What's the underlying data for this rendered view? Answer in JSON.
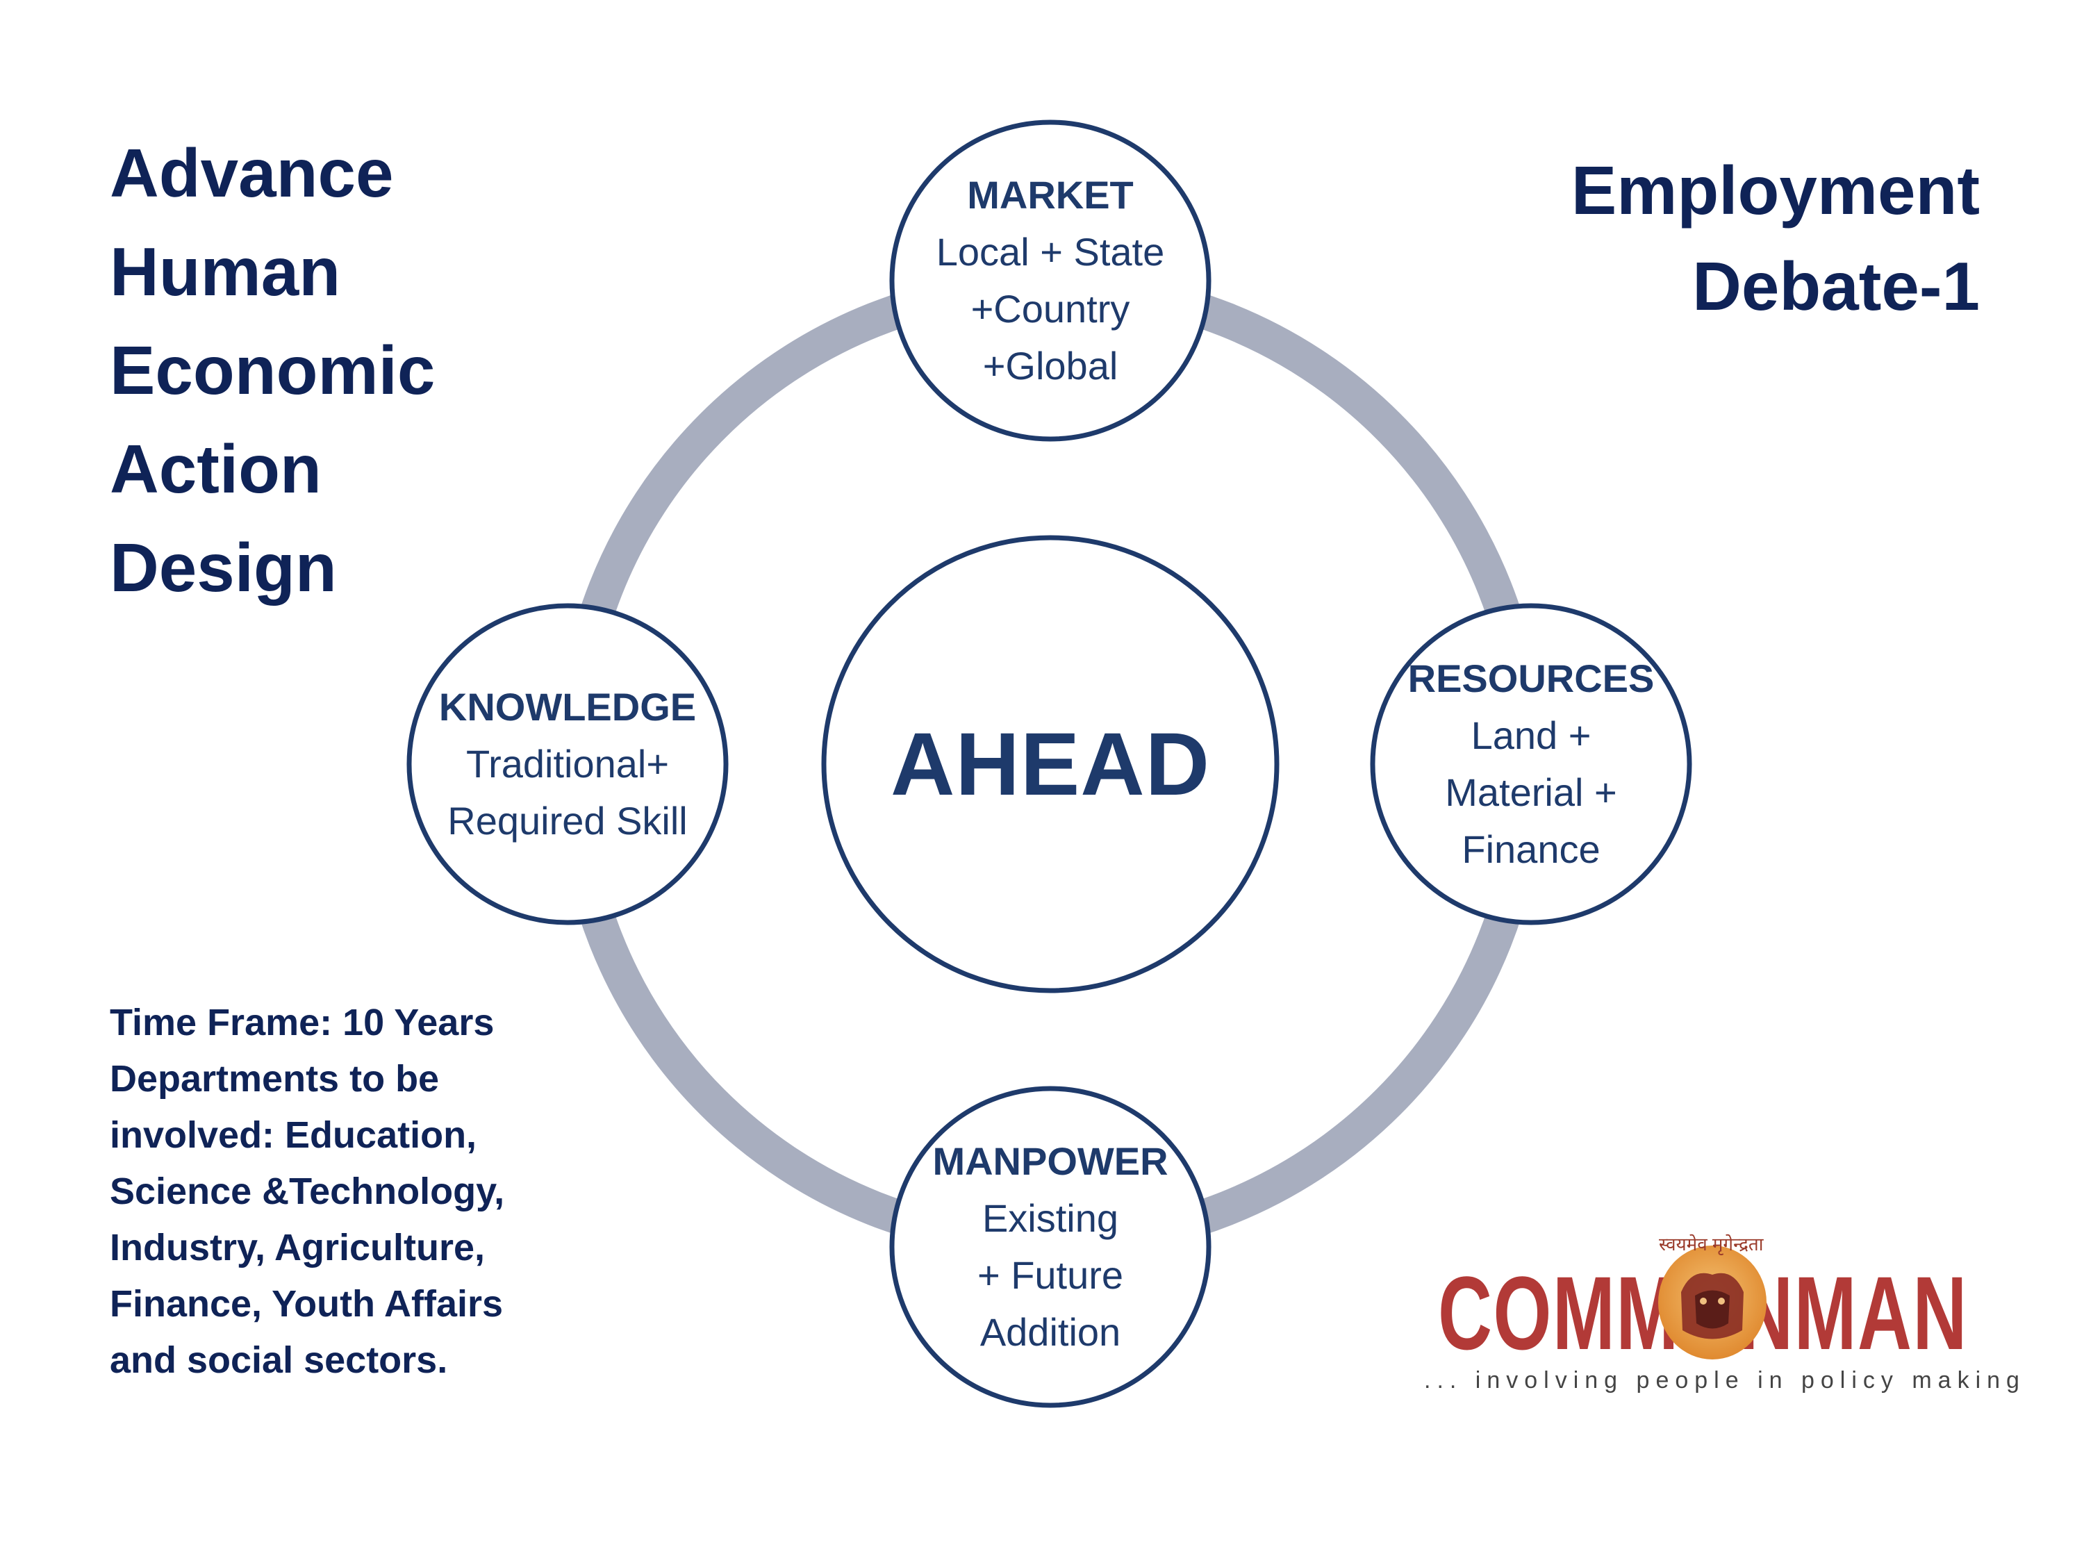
{
  "left_title": [
    "Advance",
    "Human",
    "Economic",
    "Action",
    "Design"
  ],
  "right_title": [
    "Employment",
    "Debate-1"
  ],
  "info_lines": [
    "Time Frame: 10 Years",
    "Departments to be",
    "involved: Education,",
    "Science &Technology,",
    "Industry, Agriculture,",
    "Finance, Youth Affairs",
    "and social sectors."
  ],
  "center": {
    "label": "AHEAD"
  },
  "nodes": {
    "market": {
      "head": "MARKET",
      "lines": [
        "Local + State",
        "+Country",
        "+Global"
      ]
    },
    "knowledge": {
      "head": "KNOWLEDGE",
      "lines": [
        "Traditional+",
        "Required Skill"
      ]
    },
    "resources": {
      "head": "RESOURCES",
      "lines": [
        "Land +",
        "Material +",
        "Finance"
      ]
    },
    "manpower": {
      "head": "MANPOWER",
      "lines": [
        "Existing",
        "+ Future",
        "Addition"
      ]
    }
  },
  "logo": {
    "word": "COMMONMAN",
    "tagline": "... involving people in policy making",
    "script": "स्वयमेव मृगेन्द्रता"
  },
  "colors": {
    "navy": "#0f2357",
    "node_text": "#1e3a6b",
    "ring": "#a8aebf",
    "circle_border": "#1e3a6b",
    "logo_red": "#b23a37",
    "emblem_orange": "#e8a040"
  }
}
